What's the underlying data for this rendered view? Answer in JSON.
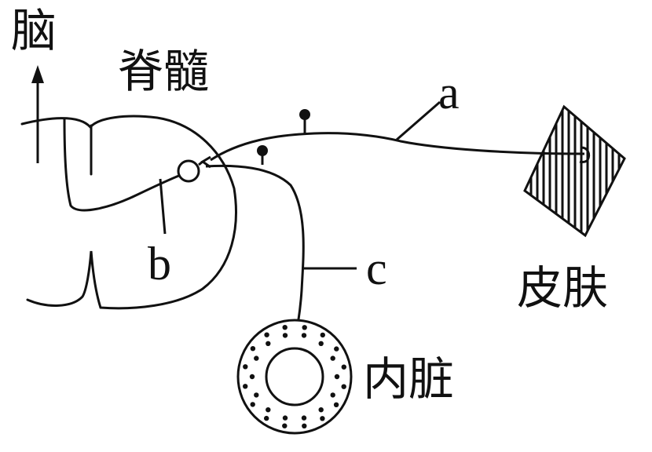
{
  "labels": {
    "brain": "脑",
    "spinal_cord": "脊髓",
    "skin": "皮肤",
    "internal_organ": "内脏",
    "neuron_a": "a",
    "neuron_b": "b",
    "neuron_c": "c"
  },
  "colors": {
    "stroke": "#111111",
    "background": "#ffffff"
  }
}
